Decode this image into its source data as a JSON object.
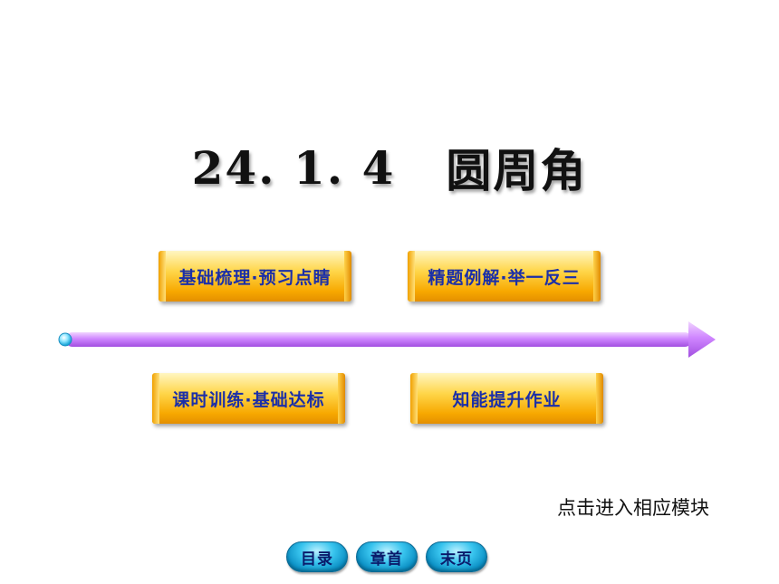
{
  "title": {
    "number": "24. 1. 4",
    "name": "圆周角"
  },
  "modules": [
    {
      "label": "基础梳理·预习点睛"
    },
    {
      "label": "精题例解·举一反三"
    },
    {
      "label": "课时训练·基础达标"
    },
    {
      "label": "知能提升作业"
    }
  ],
  "hint": "点击进入相应模块",
  "nav": {
    "contents": "目录",
    "chapter_start": "章首",
    "last_page": "末页"
  },
  "colors": {
    "arrow": "#c77bff",
    "button_text": "#1b2fa8",
    "button_fill": "#ffd64a",
    "nav_fill": "#38c4ee"
  }
}
